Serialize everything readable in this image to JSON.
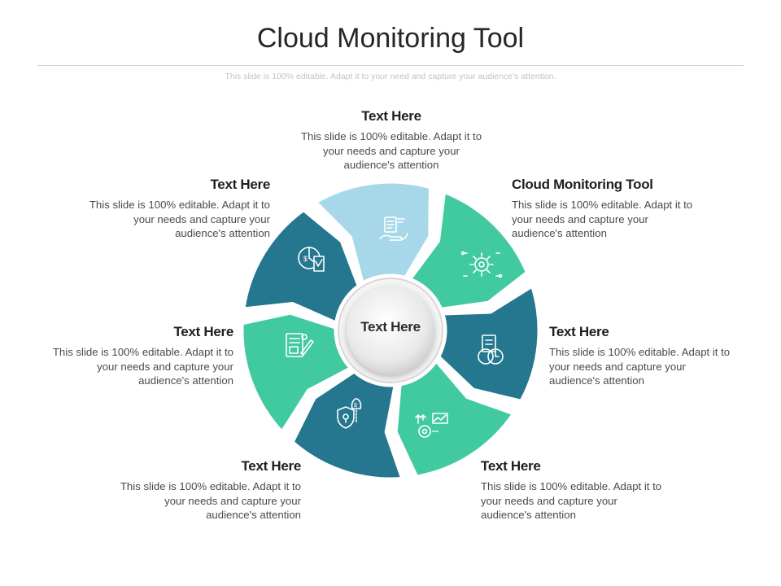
{
  "slide": {
    "title": "Cloud Monitoring Tool",
    "subtitle": "This slide is 100% editable. Adapt it to your need and capture your audience's attention."
  },
  "center_label": "Text Here",
  "colors": {
    "light_blue": "#a7d8ea",
    "teal_green": "#41c9a0",
    "dark_teal": "#24778f",
    "center_ring": "#e6e6e6"
  },
  "segments": [
    {
      "name": "top",
      "color": "#a7d8ea",
      "icon": "document-hand-icon"
    },
    {
      "name": "upper-right",
      "color": "#41c9a0",
      "icon": "gear-circuit-icon"
    },
    {
      "name": "right",
      "color": "#24778f",
      "icon": "document-clock-icon"
    },
    {
      "name": "lower-right",
      "color": "#41c9a0",
      "icon": "gear-chart-icon"
    },
    {
      "name": "bottom",
      "color": "#24778f",
      "icon": "shield-money-bag-icon"
    },
    {
      "name": "left",
      "color": "#41c9a0",
      "icon": "document-pen-icon"
    },
    {
      "name": "upper-left",
      "color": "#24778f",
      "icon": "pie-chart-document-icon"
    }
  ],
  "blocks": [
    {
      "heading": "Text Here",
      "body": "This slide is 100% editable. Adapt it to your needs and capture your audience's attention"
    },
    {
      "heading": "Cloud Monitoring Tool",
      "body": "This slide is 100% editable. Adapt it to your needs and capture your audience's attention"
    },
    {
      "heading": "Text Here",
      "body": "This slide is 100% editable. Adapt it to your needs and capture your audience's attention"
    },
    {
      "heading": "Text Here",
      "body": "This slide is 100% editable. Adapt it to your needs and capture your audience's attention"
    },
    {
      "heading": "Text Here",
      "body": "This slide is 100% editable. Adapt it to your needs and capture your audience's attention"
    },
    {
      "heading": "Text Here",
      "body": "This slide is 100% editable. Adapt it to your needs and capture your audience's attention"
    },
    {
      "heading": "Text Here",
      "body": "This slide is 100% editable. Adapt it to your needs and capture your audience's attention"
    }
  ]
}
